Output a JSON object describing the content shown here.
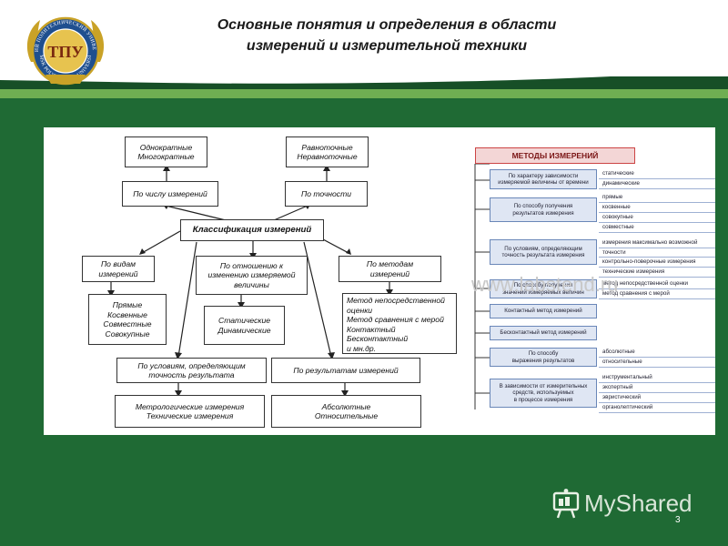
{
  "title": {
    "line1": "Основные понятия и определения в области",
    "line2": "измерений и измерительной техники"
  },
  "logo": {
    "ring_top_text": "ТОМСКИЙ ПОЛИТЕХНИЧЕСКИЙ УНИВЕРСИТЕТ",
    "ring_bottom_text": "TOMSK POLYTECHNIC UNIVERSITY",
    "monogram": "ТПУ"
  },
  "left_diagram": {
    "center": "Классификация измерений",
    "top_left_criterion": "По числу измерений",
    "top_left_values": [
      "Однократные",
      "Многократные"
    ],
    "top_right_criterion": "По точности",
    "top_right_values": [
      "Равноточные",
      "Неравноточные"
    ],
    "mid_left_criterion": [
      "По видам",
      "измерений"
    ],
    "mid_left_values": [
      "Прямые",
      "Косвенные",
      "Совместные",
      "Совокупные"
    ],
    "mid_center_criterion": [
      "По отношению к",
      "изменению измеряемой",
      "величины"
    ],
    "mid_center_values": [
      "Статические",
      "Динамические"
    ],
    "mid_right_criterion": [
      "По методам",
      "измерений"
    ],
    "mid_right_values": [
      "Метод непосредственной",
      "оценки",
      "Метод сравнения с мерой",
      "Контактный",
      "Бесконтактный",
      "и мн.др."
    ],
    "bottom_left_criterion": [
      "По условиям, определяющим",
      "точность результата"
    ],
    "bottom_left_values": [
      "Метрологические измерения",
      "Технические измерения"
    ],
    "bottom_right_criterion": "По результатам измерений",
    "bottom_right_values": [
      "Абсолютные",
      "Относительные"
    ]
  },
  "right_diagram": {
    "title": "МЕТОДЫ ИЗМЕРЕНИЙ",
    "groups": [
      {
        "criterion": [
          "По характеру зависимости",
          "измеряемой величины от времени"
        ],
        "items": [
          "статические",
          "динамические"
        ]
      },
      {
        "criterion": [
          "По способу получения",
          "результатов измерения"
        ],
        "items": [
          "прямые",
          "косвенные",
          "совокупные",
          "совместные"
        ]
      },
      {
        "criterion": [
          "По условиям, определяющим",
          "точность результата измерения"
        ],
        "items": [
          "измерения максимально возможной",
          "точности",
          "контрольно-поверочные измерения",
          "технические измерения"
        ]
      },
      {
        "criterion": [
          "По способу получения",
          "значений измеряемых величин"
        ],
        "items": [
          "метод непосредственной оценки",
          "метод сравнения с мерой"
        ]
      },
      {
        "criterion": [
          "Контактный метод измерений"
        ],
        "items": []
      },
      {
        "criterion": [
          "Бесконтактный метод измерений"
        ],
        "items": []
      },
      {
        "criterion": [
          "По способу",
          "выражения результатов"
        ],
        "items": [
          "абсолютные",
          "относительные"
        ]
      },
      {
        "criterion": [
          "В зависимости от измерительных",
          "средств, используемых",
          "в процессе измерения"
        ],
        "items": [
          "инструментальный",
          "экспертный",
          "эвристический",
          "органолептический"
        ]
      }
    ]
  },
  "watermark": "www.labstend.ru",
  "brand": "MyShared",
  "page_number": "3",
  "colors": {
    "green_main": "#1f6a34",
    "green_light": "#6fae52",
    "methods_title_bg": "#f3d6d6",
    "criterion_bg": "#dfe6f3"
  }
}
